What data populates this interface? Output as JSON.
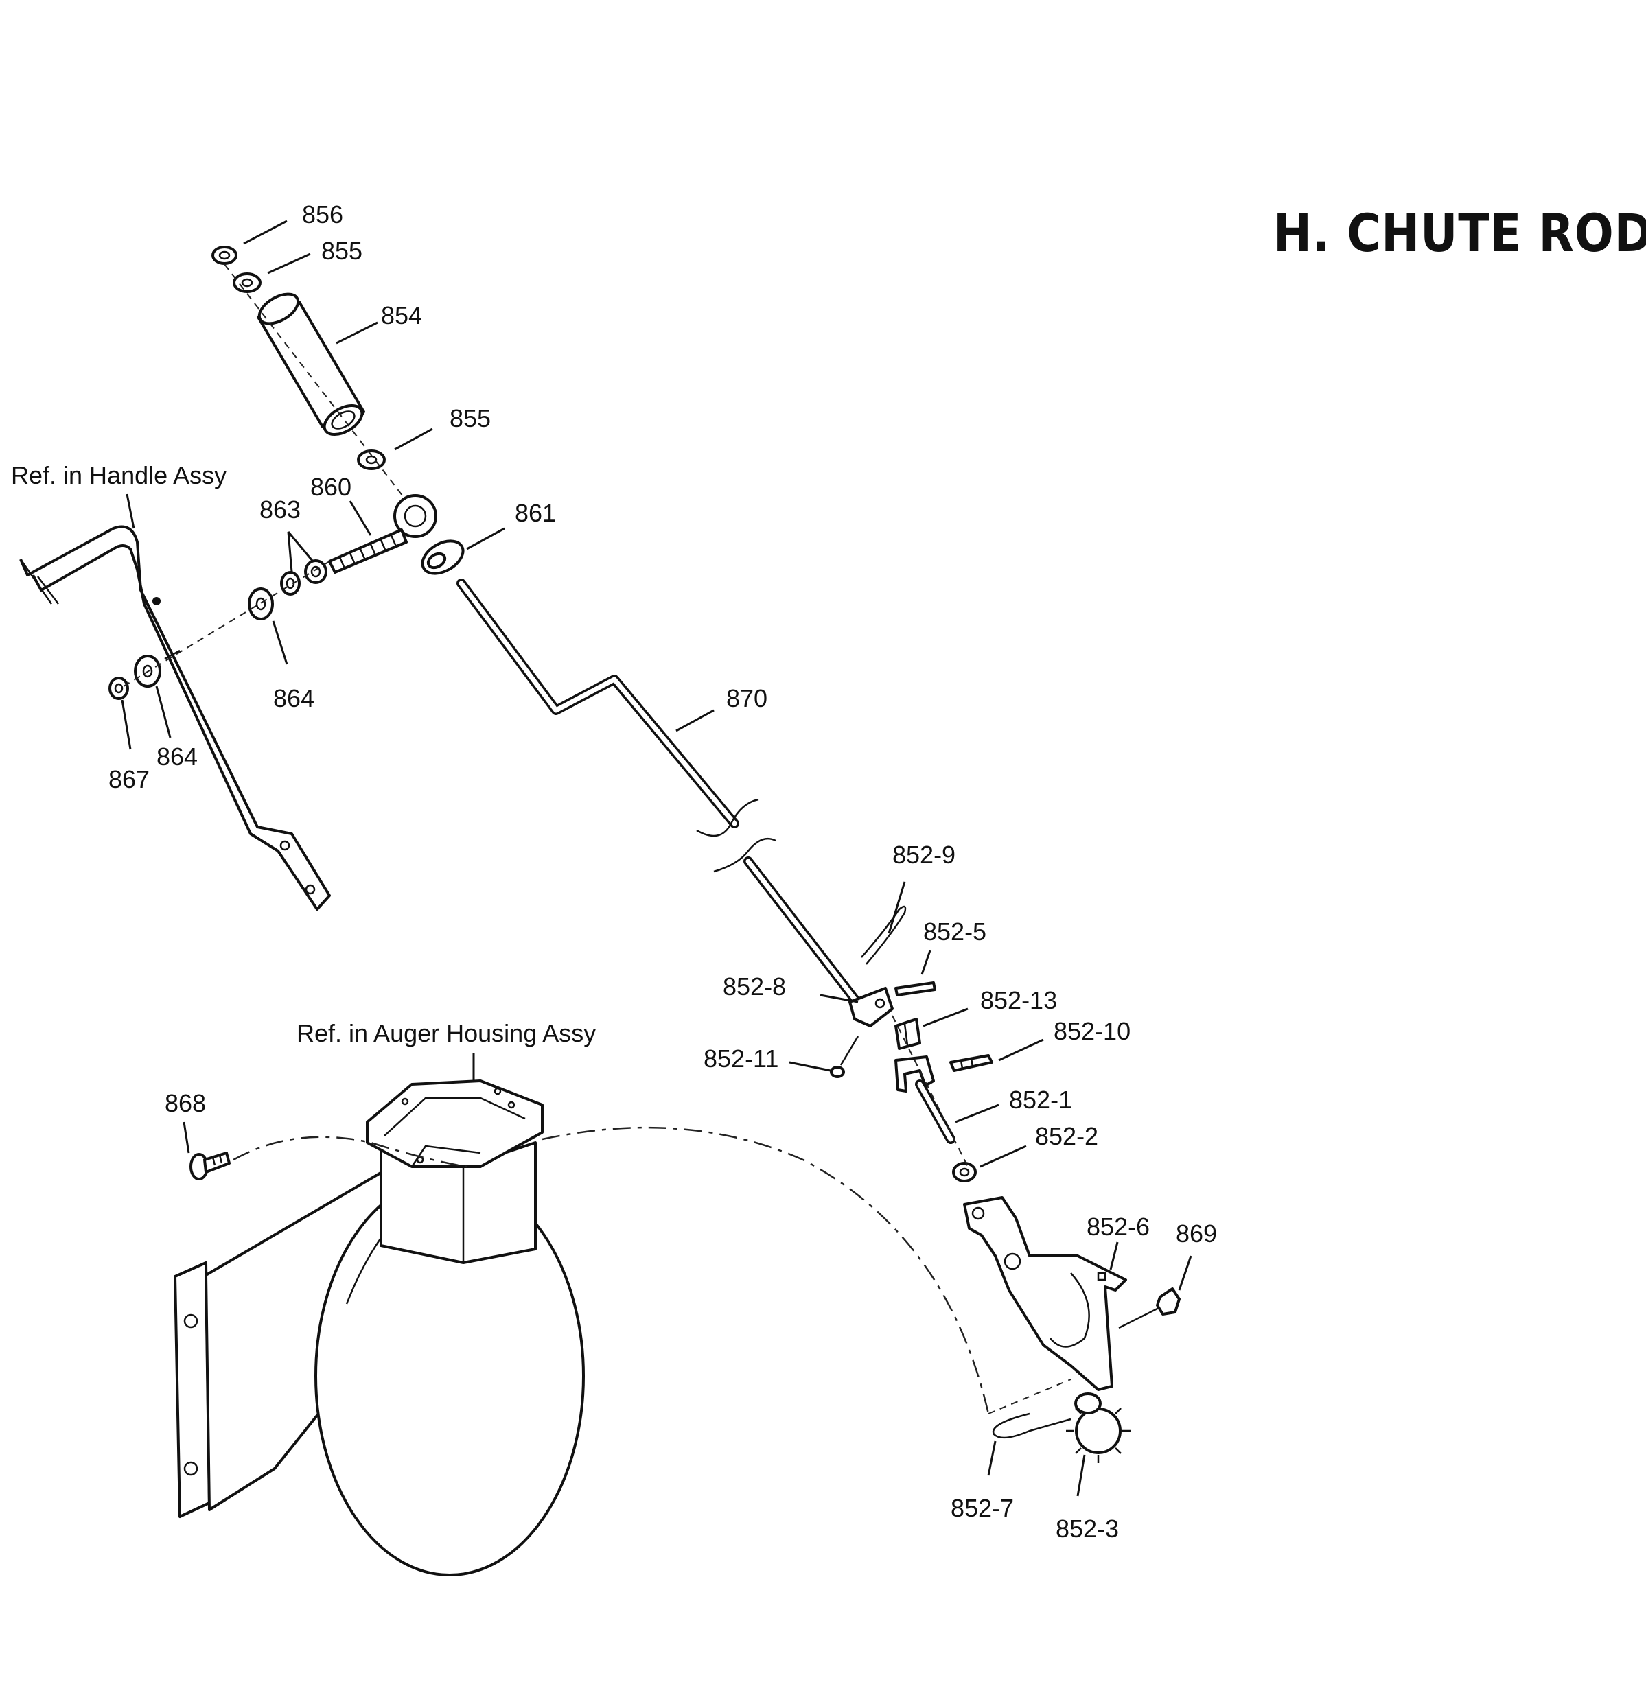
{
  "title": "H. CHUTE ROD",
  "references": {
    "handle": "Ref. in Handle Assy",
    "auger": "Ref. in Auger Housing Assy"
  },
  "callouts": {
    "p856": "856",
    "p855a": "855",
    "p854": "854",
    "p855b": "855",
    "p860": "860",
    "p861": "861",
    "p863": "863",
    "p864a": "864",
    "p864b": "864",
    "p867": "867",
    "p870": "870",
    "p852_9": "852-9",
    "p852_5": "852-5",
    "p852_8": "852-8",
    "p852_13": "852-13",
    "p852_10": "852-10",
    "p852_11": "852-11",
    "p852_1": "852-1",
    "p852_2": "852-2",
    "p852_6": "852-6",
    "p869": "869",
    "p868": "868",
    "p852_7": "852-7",
    "p852_3": "852-3"
  }
}
